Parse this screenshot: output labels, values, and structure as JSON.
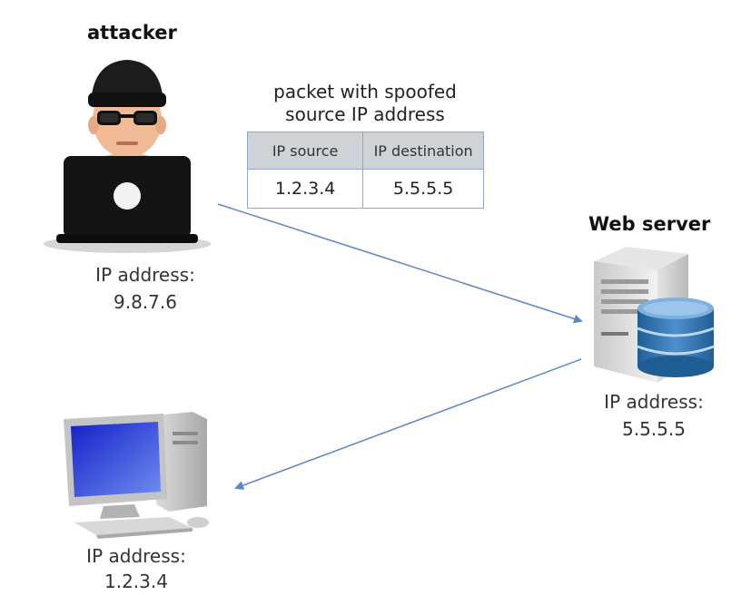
{
  "attacker": {
    "title": "attacker",
    "ip_label": "IP address:",
    "ip_value": "9.8.7.6",
    "icon": "hacker-with-laptop-icon"
  },
  "packet": {
    "caption_line1": "packet with spoofed",
    "caption_line2": "source IP address",
    "headers": [
      "IP source",
      "IP destination"
    ],
    "values": [
      "1.2.3.4",
      "5.5.5.5"
    ]
  },
  "web_server": {
    "title": "Web server",
    "ip_label": "IP address:",
    "ip_value": "5.5.5.5",
    "icon": "server-with-database-icon"
  },
  "victim": {
    "ip_label": "IP address:",
    "ip_value": "1.2.3.4",
    "icon": "desktop-computer-icon"
  },
  "colors": {
    "arrow": "#5b87c5",
    "table_border": "#8fa9c6",
    "table_header": "#cfd3d8"
  }
}
